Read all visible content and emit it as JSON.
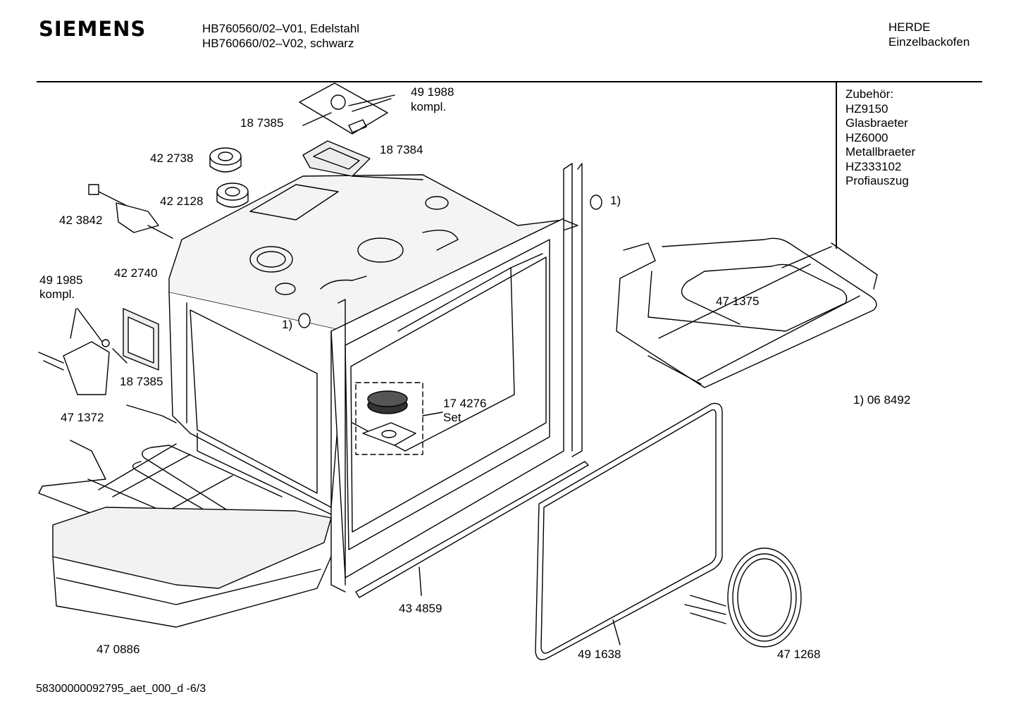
{
  "header": {
    "brand": "SIEMENS",
    "model_line_1": "HB760560/02–V01, Edelstahl",
    "model_line_2": "HB760660/02–V02, schwarz",
    "category": "HERDE",
    "subcategory": "Einzelbackofen"
  },
  "accessories": {
    "title": "Zubehör:",
    "items": [
      "HZ9150",
      "Glasbraeter",
      "HZ6000",
      "Metallbraeter",
      "HZ333102",
      "Profiauszug"
    ]
  },
  "parts": {
    "p491988": "49 1988",
    "p491988_note": "kompl.",
    "p187385_top": "18 7385",
    "p187384": "18 7384",
    "p422738": "42 2738",
    "p422128": "42 2128",
    "p423842": "42 3842",
    "p491985": "49 1985",
    "p491985_note": "kompl.",
    "p422740": "42 2740",
    "p187385_left": "18 7385",
    "p471372": "47 1372",
    "p470886": "47 0886",
    "note1_left": "1)",
    "note1_top": "1)",
    "p174276": "17 4276",
    "p174276_note": "Set",
    "p434859": "43 4859",
    "p491638": "49 1638",
    "p471268": "47 1268",
    "p471375": "47 1375",
    "footnote_1": "1) 06 8492"
  },
  "footer": {
    "doc_id": "58300000092795_aet_000_d  -6/3"
  }
}
